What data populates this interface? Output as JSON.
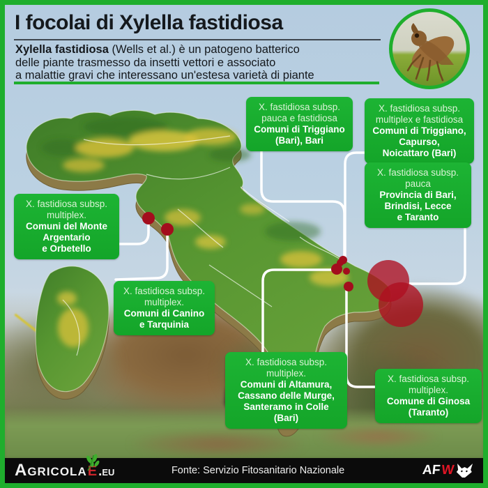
{
  "header": {
    "title": "I focolai di Xylella fastidiosa",
    "desc_bold": "Xylella fastidiosa",
    "desc_line1_rest": " (Wells et al.) è un patogeno batterico",
    "desc_line2": "delle piante trasmesso da insetti vettori e associato",
    "desc_line3": "a malattie gravi che interessano un'estesa varietà di piante"
  },
  "callouts": [
    {
      "subsp": "X. fastidiosa subsp.\npauca e fastidiosa",
      "place": "Comuni di Triggiano\n(Bari), Bari"
    },
    {
      "subsp": "X. fastidiosa subsp.\nmultiplex e fastidiosa",
      "place": "Comuni di Triggiano,\nCapurso,\nNoicattaro (Bari)"
    },
    {
      "subsp": "X. fastidiosa subsp.\npauca",
      "place": "Provincia di Bari,\nBrindisi, Lecce\ne Taranto"
    },
    {
      "subsp": "X. fastidiosa subsp.\nmultiplex.",
      "place": "Comuni del Monte\nArgentario\ne Orbetello"
    },
    {
      "subsp": "X. fastidiosa subsp.\nmultiplex.",
      "place": "Comuni di Canino\ne Tarquinia"
    },
    {
      "subsp": "X. fastidiosa subsp.\nmultiplex.",
      "place": "Comuni di Altamura,\nCassano delle Murge,\nSanteramo in Colle\n(Bari)"
    },
    {
      "subsp": "X. fastidiosa subsp.\nmultiplex.",
      "place": "Comune di Ginosa\n(Taranto)"
    }
  ],
  "footer": {
    "brand_left_name": "Agricola",
    "brand_left_e": "E",
    "brand_left_tld": ".eu",
    "source": "Fonte:  Servizio Fitosanitario Nazionale",
    "brand_right_af": "AF",
    "brand_right_w": "W"
  },
  "colors": {
    "accent_green": "#1fae2d",
    "callout_green": "#17b02d",
    "outbreak_red": "#a30d1d",
    "header_blue": "#b6cde0",
    "footer_black": "#0b0b0b"
  }
}
